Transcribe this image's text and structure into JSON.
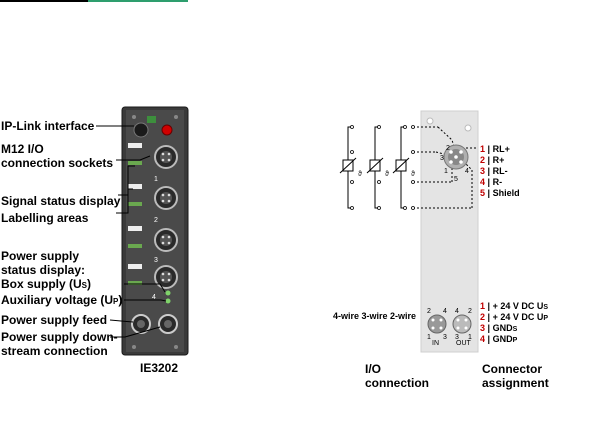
{
  "colors": {
    "link_bar_dark": "#000000",
    "link_bar_accent": "#2e9e6e",
    "module_body": "#3a3a3a",
    "module_panel": "#e4e4e4",
    "pin_number": "#c00000"
  },
  "module": {
    "model": "IE3202",
    "socket_numbers": [
      "1",
      "2",
      "3",
      "4"
    ]
  },
  "left_labels": [
    {
      "text": "IP-Link interface"
    },
    {
      "text": "M12 I/O\nconnection sockets"
    },
    {
      "text": "Signal status display"
    },
    {
      "text": "Labelling areas"
    },
    {
      "text": "Power supply\nstatus display:\nBox supply (U"
    },
    {
      "text": "Auxiliary voltage (U"
    },
    {
      "text": "Power supply feed"
    },
    {
      "text": "Power supply down-\nstream connection"
    }
  ],
  "subscripts": {
    "box_supply": "S",
    "aux": "P",
    "close": ")"
  },
  "io_pins": [
    {
      "num": "1",
      "sep": "|",
      "label": "RL+"
    },
    {
      "num": "2",
      "sep": "|",
      "label": "R+"
    },
    {
      "num": "3",
      "sep": "|",
      "label": "RL-"
    },
    {
      "num": "4",
      "sep": "|",
      "label": "R-"
    },
    {
      "num": "5",
      "sep": "|",
      "label": "Shield"
    }
  ],
  "power_pins": [
    {
      "num": "1",
      "sep": "|",
      "label": "+ 24 V DC U",
      "sub": "S"
    },
    {
      "num": "2",
      "sep": "|",
      "label": "+ 24 V DC U",
      "sub": "P"
    },
    {
      "num": "3",
      "sep": "|",
      "label": "GND",
      "sub": "S"
    },
    {
      "num": "4",
      "sep": "|",
      "label": "GND",
      "sub": "P"
    }
  ],
  "wire_modes": "4-wire 3-wire 2-wire",
  "captions": {
    "io": "I/O\nconnection",
    "connector": "Connector\nassignment"
  },
  "connector_small_labels": {
    "in": "IN",
    "out": "OUT",
    "theta": "ϑ"
  }
}
